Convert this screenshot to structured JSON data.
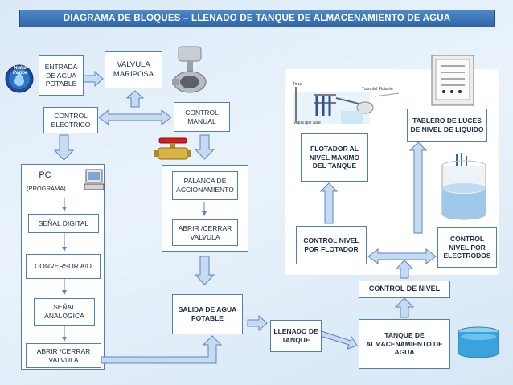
{
  "title": "DIAGRAMA DE BLOQUES – LLENADO DE TANQUE DE ALMACENAMIENTO DE AGUA",
  "blocks": {
    "entrada": "ENTRADA DE AGUA POTABLE",
    "valvula_mariposa": "VALVULA MARIPOSA",
    "control_electrico": "CONTROL ELECTRICO",
    "control_manual": "CONTROL MANUAL",
    "pc": "PC",
    "programa": "(PROGRAMA)",
    "senal_digital": "SEÑAL DIGITAL",
    "conversor": "CONVERSOR A/D",
    "senal_analogica": "SEÑAL ANALOGICA",
    "abrir_cerrar_1": "ABRIR /CERRAR VALVULA",
    "palanca": "PALANCA DE ACCIONAMIENTO",
    "abrir_cerrar_2": "ABRIR /CERRAR VALVULA",
    "salida": "SALIDA DE AGUA POTABLE",
    "llenado": "LLENADO DE TANQUE",
    "tanque_alm": "TANQUE DE ALMACENAMIENTO DE AGUA",
    "control_nivel": "CONTROL DE NIVEL",
    "control_flotador": "CONTROL NIVEL POR FLOTADOR",
    "control_electrodos": "CONTROL NIVEL POR ELECTRODOS",
    "flotador_nivel": "FLOTADOR AL NIVEL MAXIMO DEL TANQUE",
    "tablero": "TABLERO DE LUCES DE NIVEL DE LIQUIDO"
  },
  "images": {
    "logo_text": "Hidro Caribe",
    "float_labels": {
      "tirac": "Tirac",
      "tubo": "Tubo del Flotante",
      "agua": "Agua que Sale"
    }
  },
  "colors": {
    "title_bg": "#2f66a8",
    "border": "#4f7ebd",
    "arrow_fill": "#c6dbf2",
    "arrow_stroke": "#5b86c2"
  }
}
